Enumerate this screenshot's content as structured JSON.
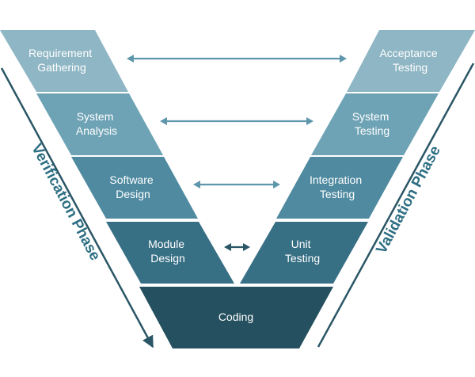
{
  "verification_phase": {
    "label": "Verification Phase",
    "stages": [
      {
        "line1": "Requirement",
        "line2": "Gathering"
      },
      {
        "line1": "System",
        "line2": "Analysis"
      },
      {
        "line1": "Software",
        "line2": "Design"
      },
      {
        "line1": "Module",
        "line2": "Design"
      }
    ]
  },
  "validation_phase": {
    "label": "Validation Phase",
    "stages": [
      {
        "line1": "Acceptance",
        "line2": "Testing"
      },
      {
        "line1": "System",
        "line2": "Testing"
      },
      {
        "line1": "Integration",
        "line2": "Testing"
      },
      {
        "line1": "Unit",
        "line2": "Testing"
      }
    ]
  },
  "coding": {
    "label": "Coding"
  },
  "colors": {
    "level1": "#8fb6c4",
    "level2": "#6ea3b5",
    "level3": "#4f8aa0",
    "level4": "#376f84",
    "coding": "#24505f",
    "connector_light": "#5e97ab",
    "connector_dark": "#2a5666",
    "phase_text": "#2e6f84"
  },
  "icons": {
    "connector": "double-headed-arrow-icon",
    "phase_arrow": "diagonal-arrow-icon"
  }
}
